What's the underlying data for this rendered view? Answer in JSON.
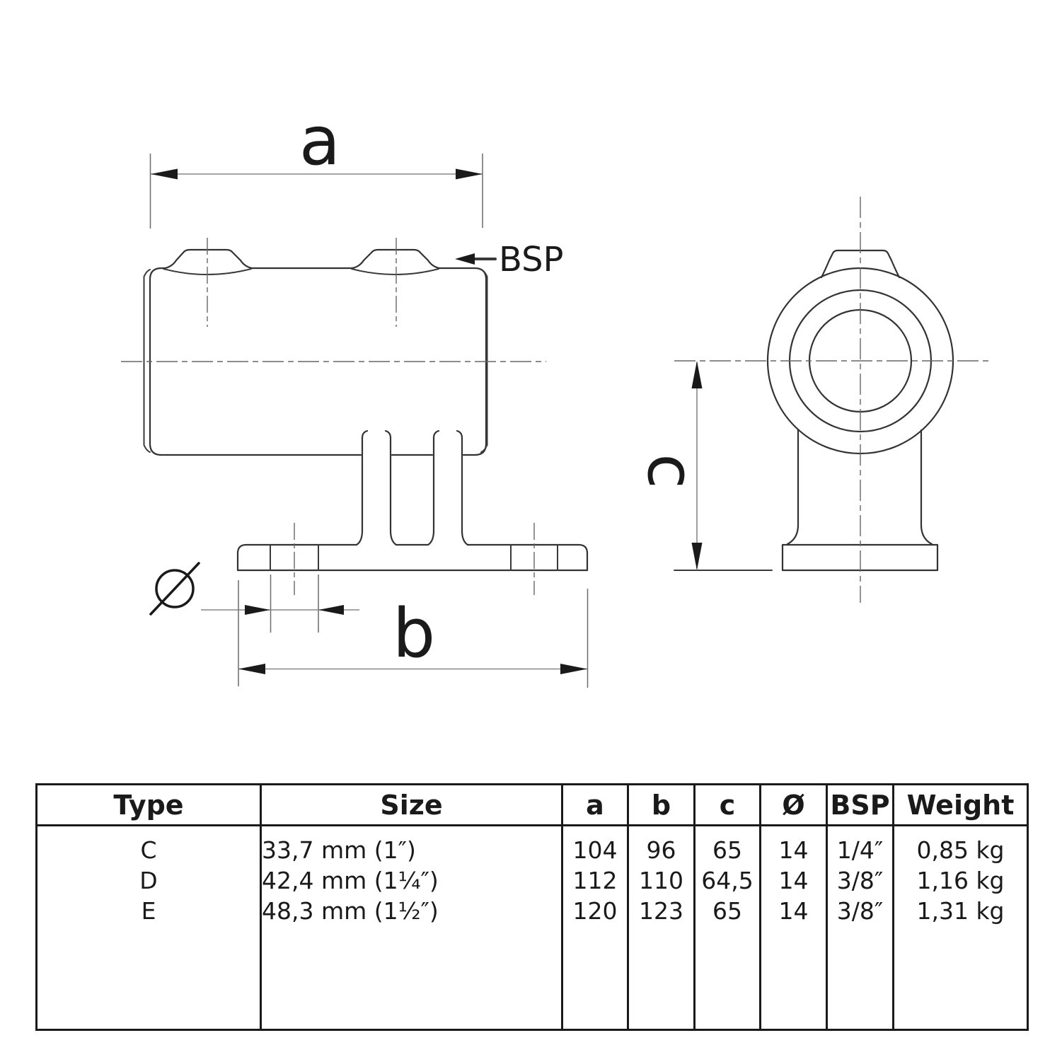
{
  "colors": {
    "background": "#ffffff",
    "ink": "#1a1a1a",
    "outline": "#333333",
    "dimension_line": "#888888"
  },
  "drawing": {
    "labels": {
      "a": "a",
      "b": "b",
      "c": "c",
      "diameter_symbol": "Ø",
      "bsp": "BSP"
    }
  },
  "table": {
    "headers": {
      "type": "Type",
      "size": "Size",
      "a": "a",
      "b": "b",
      "c": "c",
      "diameter": "Ø",
      "bsp": "BSP",
      "weight": "Weight"
    },
    "rows": [
      {
        "type": "C",
        "size": "33,7 mm (1″)",
        "a": "104",
        "b": "96",
        "c": "65",
        "diameter": "14",
        "bsp": "1/4″",
        "weight": "0,85 kg"
      },
      {
        "type": "D",
        "size": "42,4 mm (1¼″)",
        "a": "112",
        "b": "110",
        "c": "64,5",
        "diameter": "14",
        "bsp": "3/8″",
        "weight": "1,16 kg"
      },
      {
        "type": "E",
        "size": "48,3 mm (1½″)",
        "a": "120",
        "b": "123",
        "c": "65",
        "diameter": "14",
        "bsp": "3/8″",
        "weight": "1,31 kg"
      }
    ]
  }
}
